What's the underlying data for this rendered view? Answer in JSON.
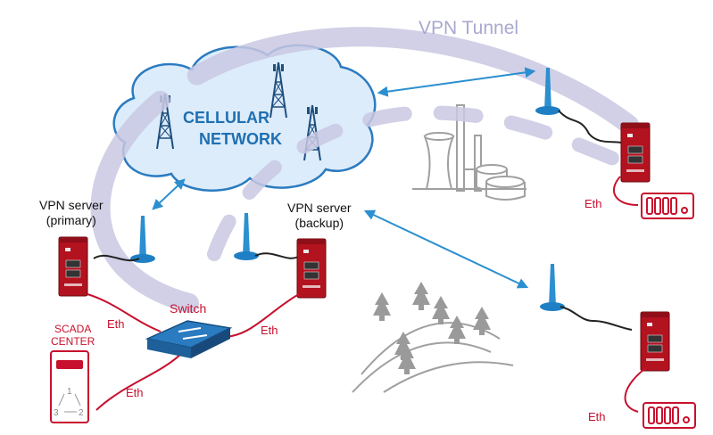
{
  "tunnel": {
    "label": "VPN Tunnel"
  },
  "cloud": {
    "line1": "CELLULAR",
    "line2": "NETWORK"
  },
  "servers": {
    "primary": {
      "line1": "VPN server",
      "line2": "(primary)"
    },
    "backup": {
      "line1": "VPN server",
      "line2": "(backup)"
    }
  },
  "switch": {
    "label": "Switch"
  },
  "scada": {
    "line1": "SCADA",
    "line2": "CENTER",
    "icon_numbers": [
      "1",
      "3",
      "2"
    ]
  },
  "eth_label": "Eth",
  "colors": {
    "tunnel": "#c9c8e2",
    "cloud_fill": "#dcecfa",
    "cloud_stroke": "#2b7bc0",
    "link_blue": "#2b8fd0",
    "eth_red": "#c8102e",
    "router_red": "#b3121f",
    "scenery_gray": "#9a9a9a"
  }
}
